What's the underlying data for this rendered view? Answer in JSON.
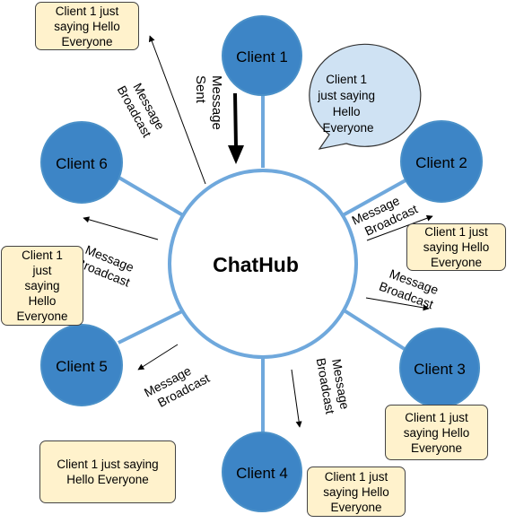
{
  "hub": {
    "label": "ChatHub"
  },
  "clients": [
    {
      "label": "Client 1"
    },
    {
      "label": "Client 2"
    },
    {
      "label": "Client 3"
    },
    {
      "label": "Client 4"
    },
    {
      "label": "Client 5"
    },
    {
      "label": "Client 6"
    }
  ],
  "speech_bubble": {
    "lines": [
      "Client 1",
      "just saying",
      "Hello",
      "Everyone"
    ]
  },
  "sent_label": {
    "lines": [
      "Message",
      "Sent"
    ]
  },
  "broadcast_labels": [
    {
      "lines": [
        "Message",
        "Broadcast"
      ]
    },
    {
      "lines": [
        "Message",
        "Broadcast"
      ]
    },
    {
      "lines": [
        "Message",
        "Broadcast"
      ]
    },
    {
      "lines": [
        "Message",
        "Broadcast"
      ]
    },
    {
      "lines": [
        "Message",
        "Broadcast"
      ]
    },
    {
      "lines": [
        "Message",
        "Broadcast"
      ]
    }
  ],
  "notes": [
    {
      "lines": [
        "Client 1 just",
        "saying Hello",
        "Everyone"
      ]
    },
    {
      "lines": [
        "Client 1 just",
        "saying Hello",
        "Everyone"
      ]
    },
    {
      "lines": [
        "Client 1 just",
        "saying Hello",
        "Everyone"
      ]
    },
    {
      "lines": [
        "Client 1 just",
        "saying Hello",
        "Everyone"
      ]
    },
    {
      "lines": [
        "Client 1 just saying",
        "Hello Everyone"
      ]
    },
    {
      "lines": [
        "Client 1",
        "just",
        "saying",
        "Hello",
        "Everyone"
      ]
    }
  ],
  "colors": {
    "client_fill": "#3d85c6",
    "client_stroke": "#4a90c8",
    "spoke": "#6fa8dc",
    "hub_stroke": "#6fa8dc",
    "bubble_fill": "#cfe2f3",
    "note_fill": "#fff2cc",
    "arrow": "#000000"
  }
}
